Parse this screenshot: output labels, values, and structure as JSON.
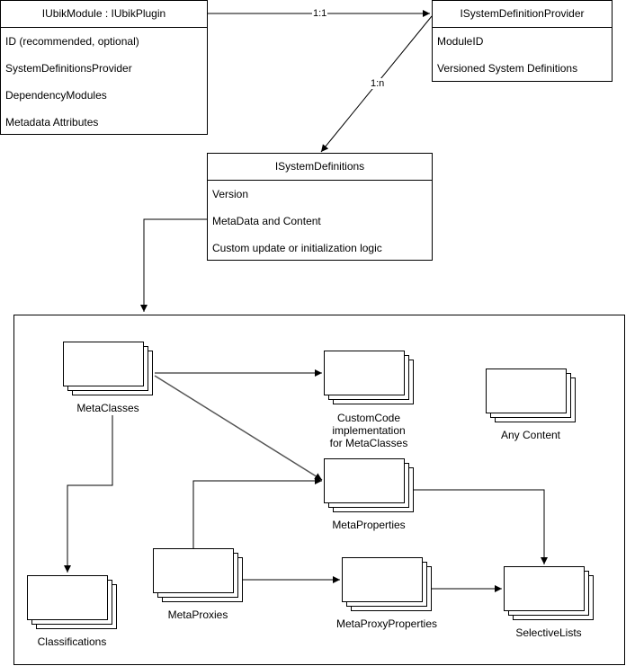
{
  "classes": {
    "module": {
      "title": "IUbikModule : IUbikPlugin",
      "rows": [
        "ID (recommended, optional)",
        "SystemDefinitionsProvider",
        "DependencyModules",
        "Metadata Attributes"
      ]
    },
    "provider": {
      "title": "ISystemDefinitionProvider",
      "rows": [
        "ModuleID",
        "Versioned System Definitions"
      ]
    },
    "definitions": {
      "title": "ISystemDefinitions",
      "rows": [
        "Version",
        "MetaData and Content",
        "Custom update or initialization logic"
      ]
    }
  },
  "edges": {
    "module_provider": "1:1",
    "provider_definitions": "1:n"
  },
  "stacks": {
    "metaclasses": "MetaClasses",
    "customcode": "CustomCode\nimplementation\nfor MetaClasses",
    "anycontent": "Any Content",
    "metaproperties": "MetaProperties",
    "metaproxies": "MetaProxies",
    "metaproxyproperties": "MetaProxyProperties",
    "classifications": "Classifications",
    "selectivelists": "SelectiveLists"
  }
}
